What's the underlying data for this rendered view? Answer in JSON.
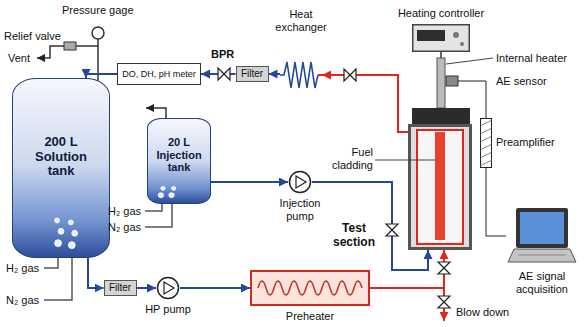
{
  "diagram": {
    "nodes": [
      {
        "text": [
          "200 L Solution tank"
        ]
      },
      {
        "text": [
          "20 L Injection tank"
        ]
      },
      {
        "text": [
          "DO, DH, pH meter"
        ]
      },
      {
        "text": [
          "Filter"
        ]
      },
      {
        "text": [
          "Heat exchanger"
        ]
      },
      {
        "text": [
          "Heating controller"
        ]
      },
      {
        "text": [
          "Test section"
        ]
      },
      {
        "text": [
          "Preamplifier"
        ]
      },
      {
        "text": [
          "AE signal acquisition"
        ]
      },
      {
        "text": [
          "Injection pump"
        ]
      },
      {
        "text": [
          "Filter"
        ]
      },
      {
        "text": [
          "HP pump"
        ]
      },
      {
        "text": [
          "Preheater"
        ]
      }
    ],
    "edges": [
      {
        "from": 0,
        "to": 10,
        "arrow": "to"
      },
      {
        "from": 10,
        "to": 11,
        "arrow": "to"
      },
      {
        "from": 11,
        "to": 12,
        "arrow": "to"
      },
      {
        "from": 12,
        "to": 6,
        "arrow": "to"
      },
      {
        "from": 1,
        "to": 9,
        "arrow": "to"
      },
      {
        "from": 9,
        "to": 6,
        "arrow": "to"
      },
      {
        "from": 6,
        "to": 4,
        "arrow": "to"
      },
      {
        "from": 4,
        "to": 3,
        "arrow": "to"
      },
      {
        "from": 3,
        "to": 2,
        "arrow": "to"
      },
      {
        "from": 2,
        "to": 0,
        "arrow": "to"
      },
      {
        "from": 7,
        "to": 8,
        "arrow": "none"
      }
    ],
    "labels": [
      "Relief valve",
      "Vent",
      "Pressure gage",
      "BPR",
      "Internal heater",
      "AE sensor",
      "Fuel cladding",
      "H₂ gas",
      "N₂ gas",
      "H₂ gas",
      "N₂ gas",
      "Blow down"
    ]
  }
}
